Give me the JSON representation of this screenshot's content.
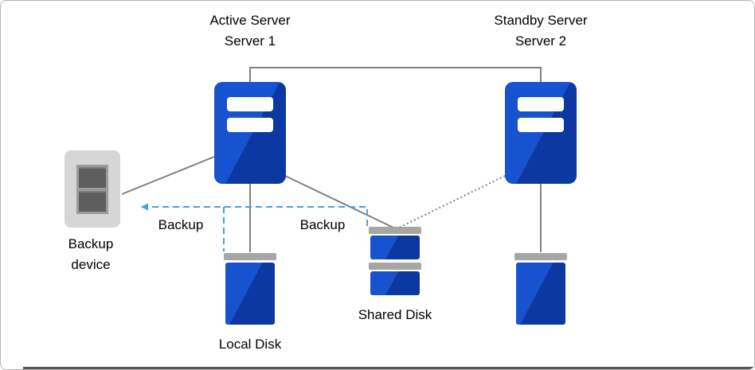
{
  "colors": {
    "server_blue_light": "#1753cf",
    "server_blue_dark": "#0c38a2",
    "disk_cap_gray": "#a6a6a6",
    "device_gray": "#d6d6d6",
    "device_slot_dark": "#5e5e5e",
    "line_gray": "#808080",
    "backup_blue": "#4aa0dc"
  },
  "nodes": {
    "server1": {
      "role": "Active Server",
      "name": "Server 1"
    },
    "server2": {
      "role": "Standby Server",
      "name": "Server 2"
    },
    "backup_device": {
      "label": "Backup device"
    },
    "local_disk": {
      "label": "Local Disk"
    },
    "shared_disk": {
      "label": "Shared Disk"
    }
  },
  "edges": {
    "backup_label_left": "Backup",
    "backup_label_right": "Backup"
  }
}
